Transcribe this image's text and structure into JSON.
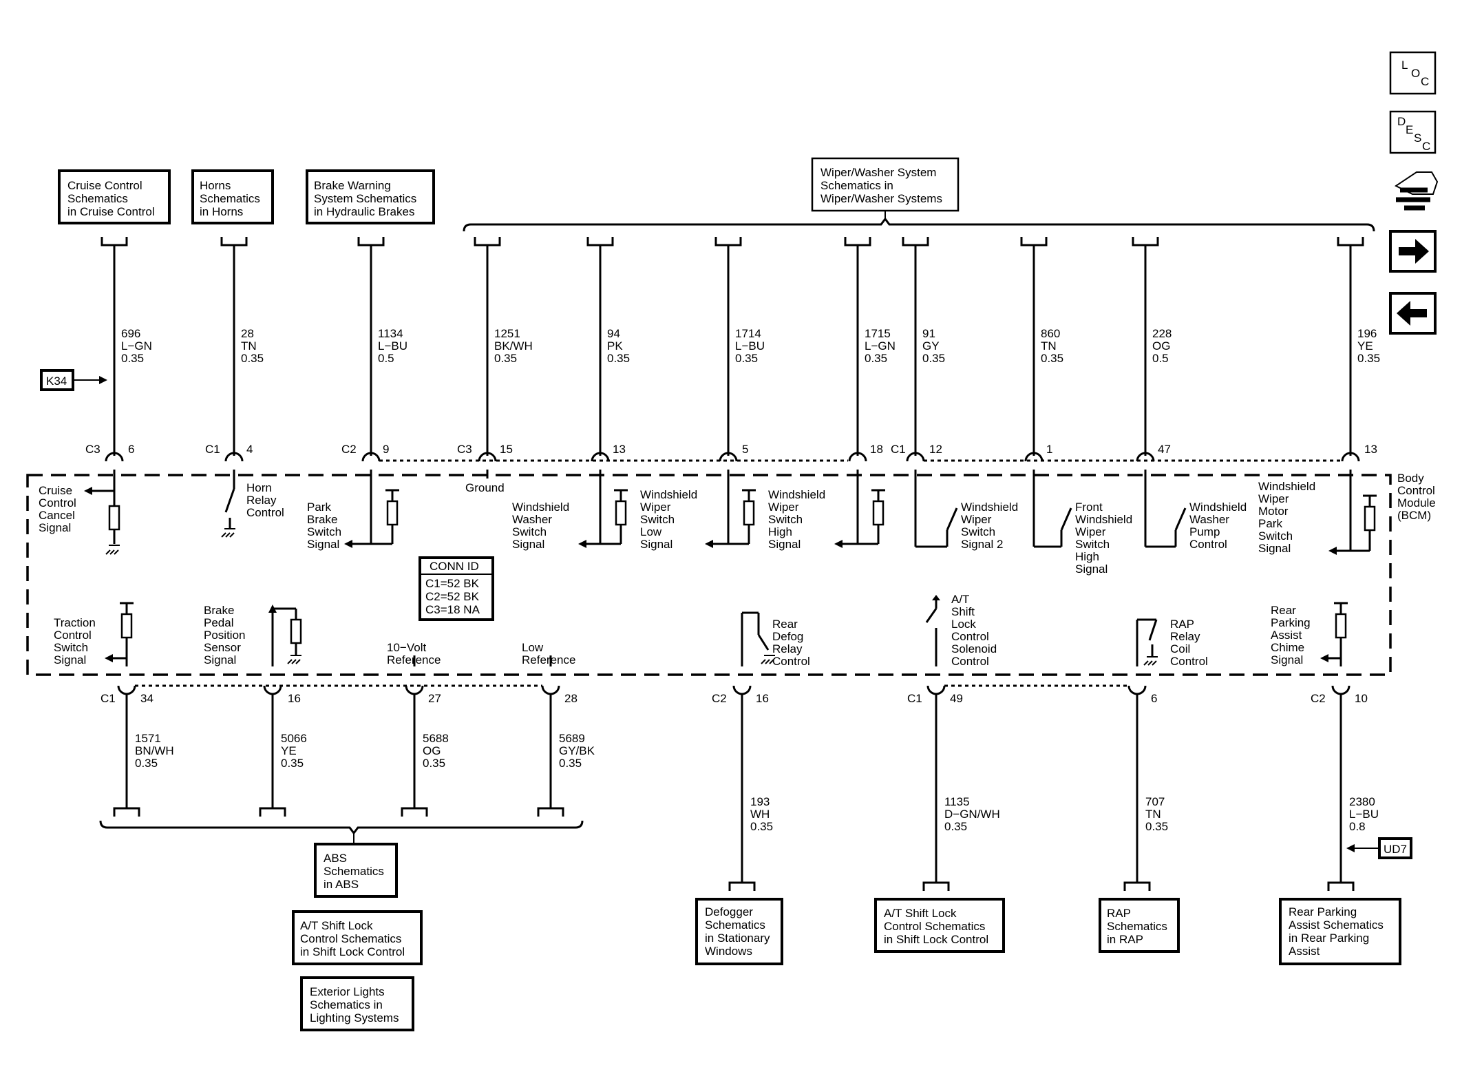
{
  "nav": {
    "loc": [
      "L",
      "O",
      "C"
    ],
    "desc": [
      "D",
      "E",
      "S",
      "C"
    ]
  },
  "module": {
    "label": [
      "Body",
      "Control",
      "Module",
      "(BCM)"
    ],
    "conn_id_title": "CONN ID",
    "conn_ids": [
      "C1=52 BK",
      "C2=52 BK",
      "C3=18 NA"
    ]
  },
  "ref_boxes": {
    "cruise": [
      "Cruise Control",
      "Schematics",
      "in Cruise Control"
    ],
    "horns": [
      "Horns",
      "Schematics",
      "in Horns"
    ],
    "brake_warning": [
      "Brake Warning",
      "System Schematics",
      "in Hydraulic Brakes"
    ],
    "wiper": [
      "Wiper/Washer System",
      "Schematics in",
      "Wiper/Washer Systems"
    ],
    "abs": [
      "ABS",
      "Schematics",
      "in ABS"
    ],
    "shift_lock_left": [
      "A/T Shift Lock",
      "Control Schematics",
      "in Shift Lock Control"
    ],
    "exterior_lights": [
      "Exterior Lights",
      "Schematics in",
      "Lighting Systems"
    ],
    "defogger": [
      "Defogger",
      "Schematics",
      "in Stationary",
      "Windows"
    ],
    "shift_lock_right": [
      "A/T Shift Lock",
      "Control Schematics",
      "in Shift Lock Control"
    ],
    "rap": [
      "RAP",
      "Schematics",
      "in RAP"
    ],
    "rear_parking": [
      "Rear Parking",
      "Assist Schematics",
      "in Rear Parking",
      "Assist"
    ]
  },
  "options": {
    "k34": "K34",
    "ud7": "UD7"
  },
  "top_wires": [
    {
      "circuit": "696",
      "color": "L−GN",
      "gauge": "0.35",
      "conn": "C3",
      "pin": "6"
    },
    {
      "circuit": "28",
      "color": "TN",
      "gauge": "0.35",
      "conn": "C1",
      "pin": "4"
    },
    {
      "circuit": "1134",
      "color": "L−BU",
      "gauge": "0.5",
      "conn": "C2",
      "pin": "9"
    },
    {
      "circuit": "1251",
      "color": "BK/WH",
      "gauge": "0.35",
      "conn": "C3",
      "pin": "15"
    },
    {
      "circuit": "94",
      "color": "PK",
      "gauge": "0.35",
      "conn": "",
      "pin": "13"
    },
    {
      "circuit": "1714",
      "color": "L−BU",
      "gauge": "0.35",
      "conn": "",
      "pin": "5"
    },
    {
      "circuit": "1715",
      "color": "L−GN",
      "gauge": "0.35",
      "conn": "",
      "pin": "18"
    },
    {
      "circuit": "91",
      "color": "GY",
      "gauge": "0.35",
      "conn": "C1",
      "pin": "12"
    },
    {
      "circuit": "860",
      "color": "TN",
      "gauge": "0.35",
      "conn": "",
      "pin": "1"
    },
    {
      "circuit": "228",
      "color": "OG",
      "gauge": "0.5",
      "conn": "",
      "pin": "47"
    },
    {
      "circuit": "196",
      "color": "YE",
      "gauge": "0.35",
      "conn": "",
      "pin": "13"
    }
  ],
  "bottom_wires": [
    {
      "circuit": "1571",
      "color": "BN/WH",
      "gauge": "0.35",
      "conn": "C1",
      "pin": "34"
    },
    {
      "circuit": "5066",
      "color": "YE",
      "gauge": "0.35",
      "conn": "",
      "pin": "16"
    },
    {
      "circuit": "5688",
      "color": "OG",
      "gauge": "0.35",
      "conn": "",
      "pin": "27"
    },
    {
      "circuit": "5689",
      "color": "GY/BK",
      "gauge": "0.35",
      "conn": "",
      "pin": "28"
    },
    {
      "circuit": "193",
      "color": "WH",
      "gauge": "0.35",
      "conn": "C2",
      "pin": "16"
    },
    {
      "circuit": "1135",
      "color": "D−GN/WH",
      "gauge": "0.35",
      "conn": "C1",
      "pin": "49"
    },
    {
      "circuit": "707",
      "color": "TN",
      "gauge": "0.35",
      "conn": "",
      "pin": "6"
    },
    {
      "circuit": "2380",
      "color": "L−BU",
      "gauge": "0.8",
      "conn": "C2",
      "pin": "10"
    }
  ],
  "signals_top": {
    "cruise_cancel": [
      "Cruise",
      "Control",
      "Cancel",
      "Signal"
    ],
    "horn_relay": [
      "Horn",
      "Relay",
      "Control"
    ],
    "park_brake": [
      "Park",
      "Brake",
      "Switch",
      "Signal"
    ],
    "ground": [
      "Ground"
    ],
    "washer_switch": [
      "Windshield",
      "Washer",
      "Switch",
      "Signal"
    ],
    "wiper_low": [
      "Windshield",
      "Wiper",
      "Switch",
      "Low",
      "Signal"
    ],
    "wiper_high": [
      "Windshield",
      "Wiper",
      "Switch",
      "High",
      "Signal"
    ],
    "wiper_signal2": [
      "Windshield",
      "Wiper",
      "Switch",
      "Signal 2"
    ],
    "front_wiper_high": [
      "Front",
      "Windshield",
      "Wiper",
      "Switch",
      "High",
      "Signal"
    ],
    "washer_pump": [
      "Windshield",
      "Washer",
      "Pump",
      "Control"
    ],
    "wiper_park": [
      "Windshield",
      "Wiper",
      "Motor",
      "Park",
      "Switch",
      "Signal"
    ]
  },
  "signals_bottom": {
    "traction": [
      "Traction",
      "Control",
      "Switch",
      "Signal"
    ],
    "brake_pedal": [
      "Brake",
      "Pedal",
      "Position",
      "Sensor",
      "Signal"
    ],
    "ten_volt": [
      "10−Volt",
      "Reference"
    ],
    "low_ref": [
      "Low",
      "Reference"
    ],
    "rear_defog": [
      "Rear",
      "Defog",
      "Relay",
      "Control"
    ],
    "shift_lock": [
      "A/T",
      "Shift",
      "Lock",
      "Control",
      "Solenoid",
      "Control"
    ],
    "rap_relay": [
      "RAP",
      "Relay",
      "Coil",
      "Control"
    ],
    "rear_parking": [
      "Rear",
      "Parking",
      "Assist",
      "Chime",
      "Signal"
    ]
  }
}
